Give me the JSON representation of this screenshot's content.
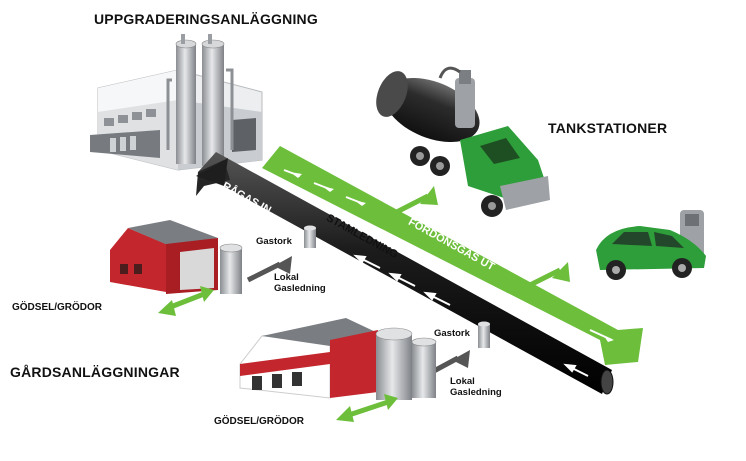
{
  "labels": {
    "upgrading_plant": "UPPGRADERINGSANLÄGGNING",
    "fuel_stations": "TANKSTATIONER",
    "farm_plants": "GÅRDSANLÄGGNINGAR",
    "manure_crops_1": "GÖDSEL/GRÖDOR",
    "manure_crops_2": "GÖDSEL/GRÖDOR",
    "gas_dryer_1": "Gastork",
    "gas_dryer_2": "Gastork",
    "local_gas_line_1": "Lokal\nGasledning",
    "local_gas_line_2": "Lokal\nGasledning",
    "raw_gas_in": "RÅGAS IN",
    "main_line": "STAMLEDNING",
    "vehicle_gas_out": "FORDONSGAS UT"
  },
  "colors": {
    "green": "#6cbe3b",
    "green_dark": "#4f9a2a",
    "pipe_black": "#262626",
    "barn_red": "#c3262c",
    "truck_green": "#2e9e3a",
    "silver": "#b9bcc0"
  },
  "icons": [
    "factory-icon",
    "tanker-truck-icon",
    "car-icon",
    "barn-icon",
    "gas-storage-tank-icon",
    "fuel-pump-icon"
  ]
}
